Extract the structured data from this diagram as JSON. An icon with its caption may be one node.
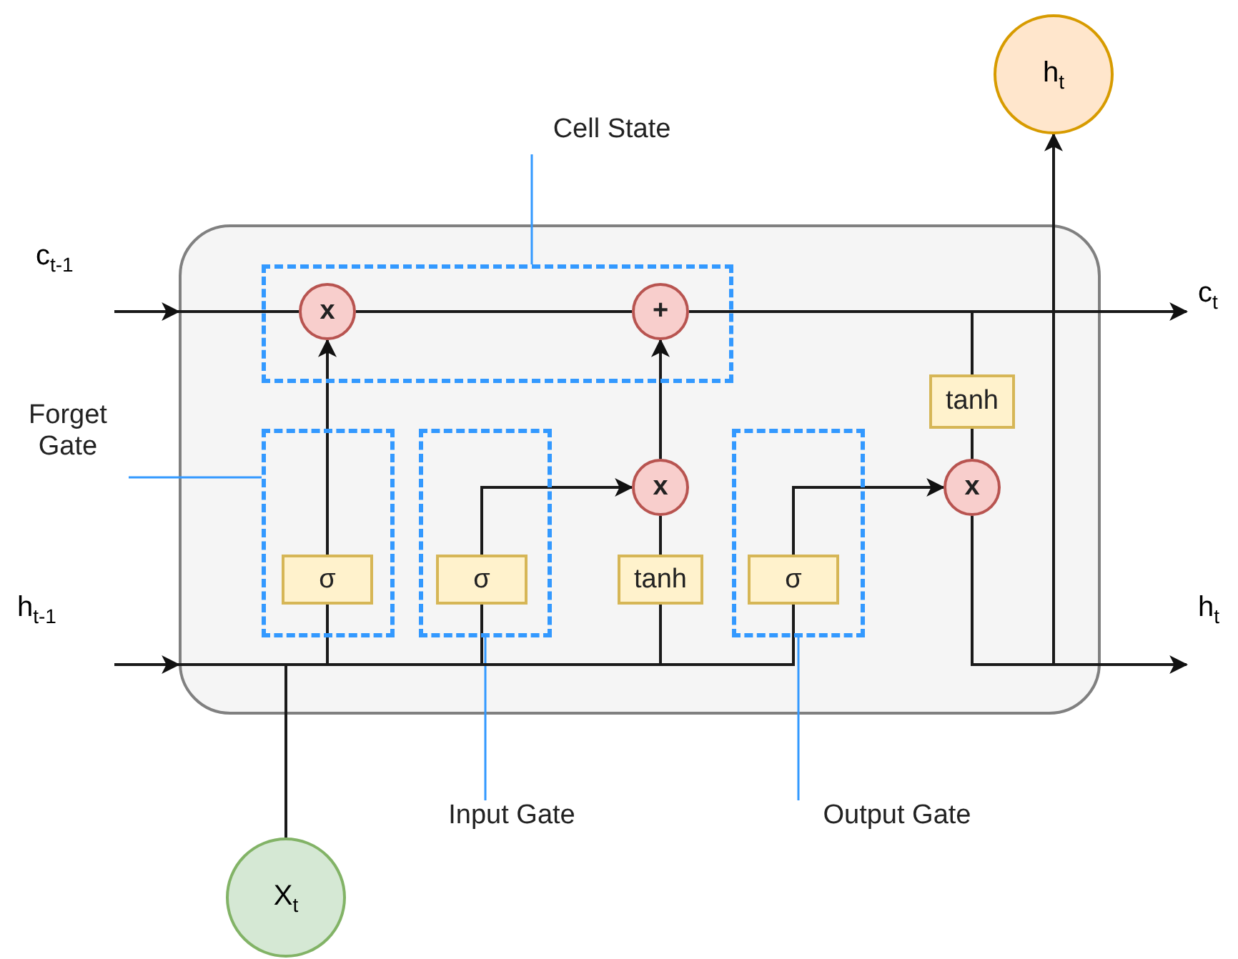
{
  "diagram": {
    "nodes": [
      {
        "text": [],
        "shape": "box"
      },
      {
        "text": [
          "c$_{t-1}$"
        ]
      },
      {
        "text": [
          "h$_{t-1}$"
        ]
      },
      {
        "text": [
          "X$_{t}$"
        ]
      },
      {
        "text": [
          "h$_{t}$"
        ]
      },
      {
        "text": [
          "c$_{t}$"
        ]
      },
      {
        "text": [
          "h$_{t}$"
        ]
      },
      {
        "text": [],
        "shape": "box",
        "in": 0
      },
      {
        "text": [],
        "shape": "box",
        "in": 0
      },
      {
        "text": [],
        "shape": "box",
        "in": 0
      },
      {
        "text": [],
        "shape": "box",
        "in": 0
      },
      {
        "text": [
          "x"
        ],
        "in": 7
      },
      {
        "text": [
          "+"
        ],
        "in": 7
      },
      {
        "text": [
          "σ"
        ],
        "in": 8
      },
      {
        "text": [
          "σ"
        ],
        "in": 9
      },
      {
        "text": [
          "x"
        ],
        "in": 0
      },
      {
        "text": [
          "tanh"
        ],
        "in": 0
      },
      {
        "text": [
          "σ"
        ],
        "in": 10
      },
      {
        "text": [
          "x"
        ],
        "in": 0
      },
      {
        "text": [
          "tanh"
        ],
        "in": 0
      },
      {
        "text": [
          "Cell State"
        ]
      },
      {
        "text": [
          "Forget Gate"
        ]
      },
      {
        "text": [
          "Input Gate"
        ]
      },
      {
        "text": [
          "Output Gate"
        ]
      }
    ],
    "edges": [
      {
        "from": 1,
        "to": 0,
        "arrow": "to"
      },
      {
        "from": 0,
        "to": 11,
        "arrow": "none"
      },
      {
        "from": 11,
        "to": 12,
        "arrow": "none"
      },
      {
        "from": 12,
        "to": 5,
        "arrow": "to"
      },
      {
        "from": 12,
        "to": 19,
        "arrow": "none"
      },
      {
        "from": 19,
        "to": 18,
        "arrow": "none"
      },
      {
        "from": 13,
        "to": 11,
        "arrow": "to"
      },
      {
        "from": 14,
        "to": 15,
        "arrow": "to"
      },
      {
        "from": 16,
        "to": 15,
        "arrow": "none"
      },
      {
        "from": 15,
        "to": 12,
        "arrow": "to"
      },
      {
        "from": 17,
        "to": 18,
        "arrow": "to"
      },
      {
        "from": 18,
        "to": 6,
        "arrow": "to"
      },
      {
        "from": 18,
        "to": 4,
        "arrow": "to"
      },
      {
        "from": 2,
        "to": 0,
        "arrow": "to"
      },
      {
        "from": 0,
        "to": 13,
        "arrow": "none"
      },
      {
        "from": 0,
        "to": 14,
        "arrow": "none"
      },
      {
        "from": 0,
        "to": 16,
        "arrow": "none"
      },
      {
        "from": 0,
        "to": 17,
        "arrow": "none"
      },
      {
        "from": 3,
        "to": 13,
        "arrow": "none"
      },
      {
        "from": 3,
        "to": 14,
        "arrow": "none"
      },
      {
        "from": 3,
        "to": 16,
        "arrow": "none"
      },
      {
        "from": 3,
        "to": 17,
        "arrow": "none"
      },
      {
        "from": 20,
        "to": 7,
        "arrow": "none",
        "color": "#3399ff"
      },
      {
        "from": 21,
        "to": 8,
        "arrow": "none",
        "color": "#3399ff"
      },
      {
        "from": 22,
        "to": 9,
        "arrow": "none",
        "color": "#3399ff"
      },
      {
        "from": 23,
        "to": 10,
        "arrow": "none",
        "color": "#3399ff"
      }
    ]
  }
}
